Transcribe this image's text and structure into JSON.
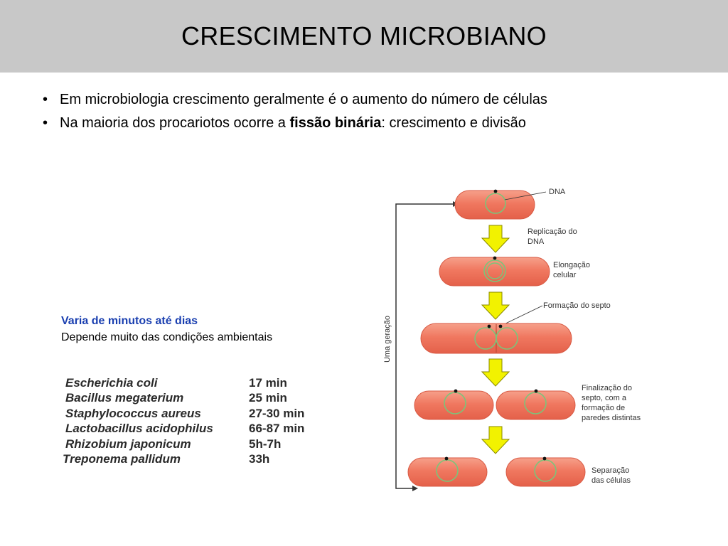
{
  "title": "CRESCIMENTO MICROBIANO",
  "bullets": {
    "b1": "Em microbiologia crescimento geralmente é o aumento do número de células",
    "b2_pre": "Na maioria dos procariotos ocorre a ",
    "b2_bold": "fissão binária",
    "b2_post": ": crescimento e divisão"
  },
  "note": {
    "line1": "Varia de minutos até dias",
    "line2": "Depende muito das condições ambientais"
  },
  "species_table": [
    {
      "name": "Escherichia coli",
      "time": "17 min"
    },
    {
      "name": "Bacillus megaterium",
      "time": "25 min"
    },
    {
      "name": "Staphylococcus aureus",
      "time": "27-30 min"
    },
    {
      "name": "Lactobacillus acidophilus",
      "time": "66-87 min"
    },
    {
      "name": "Rhizobium japonicum",
      "time": "5h-7h"
    },
    {
      "name": "Treponema pallidum",
      "time": "33h"
    }
  ],
  "diagram": {
    "generation_label": "Uma geração",
    "labels": {
      "dna": "DNA",
      "replication_1": "Replicação do",
      "replication_2": "DNA",
      "elongation_1": "Elongação",
      "elongation_2": "celular",
      "septum": "Formação do septo",
      "final_1": "Finalização do",
      "final_2": "septo, com a",
      "final_3": "formação de",
      "final_4": "paredes distintas",
      "sep_1": "Separação",
      "sep_2": "das células"
    },
    "colors": {
      "cell": "#f07860",
      "cell_edge": "#d85a44",
      "dna_ring": "#7cc47a",
      "arrow": "#f2f200",
      "arrow_edge": "#8a8a00"
    }
  }
}
